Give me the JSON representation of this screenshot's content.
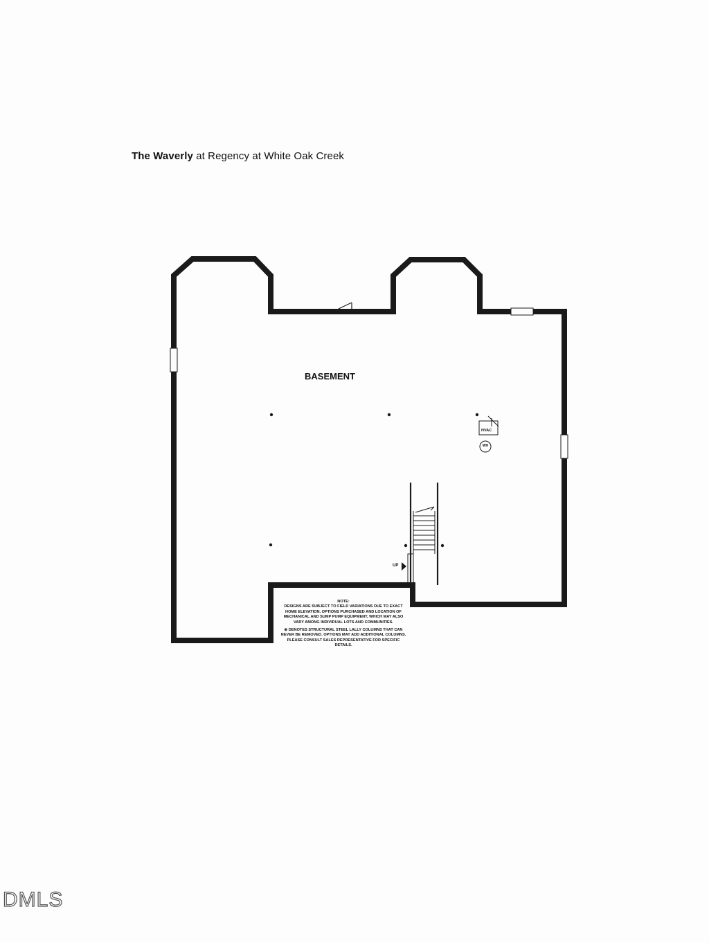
{
  "header": {
    "title_bold": "The Waverly",
    "title_rest": " at Regency at White Oak Creek"
  },
  "plan": {
    "room_label": "BASEMENT",
    "hvac_label": "HVAC",
    "water_heater_label": "WH",
    "stair_label": "UP",
    "wall_color": "#1a1a1a"
  },
  "note": {
    "heading": "NOTE:",
    "body": "DESIGNS ARE SUBJECT TO FIELD VARIATIONS DUE TO EXACT HOME ELEVATION, OPTIONS PURCHASED AND LOCATION OF MECHANICAL AND SUMP PUMP EQUIPMENT, WHICH MAY ALSO VARY AMONG INDIVIDUAL LOTS AND COMMUNITIES.",
    "columns": "DENOTES STRUCTURAL STEEL LALLY COLUMNS THAT CAN NEVER BE REMOVED. OPTIONS MAY ADD ADDITIONAL COLUMNS. PLEASE CONSULT SALES REPRESENTATIVE FOR SPECIFIC DETAILS.",
    "columns_symbol": "⊕"
  },
  "footer": {
    "watermark": "DMLS"
  }
}
